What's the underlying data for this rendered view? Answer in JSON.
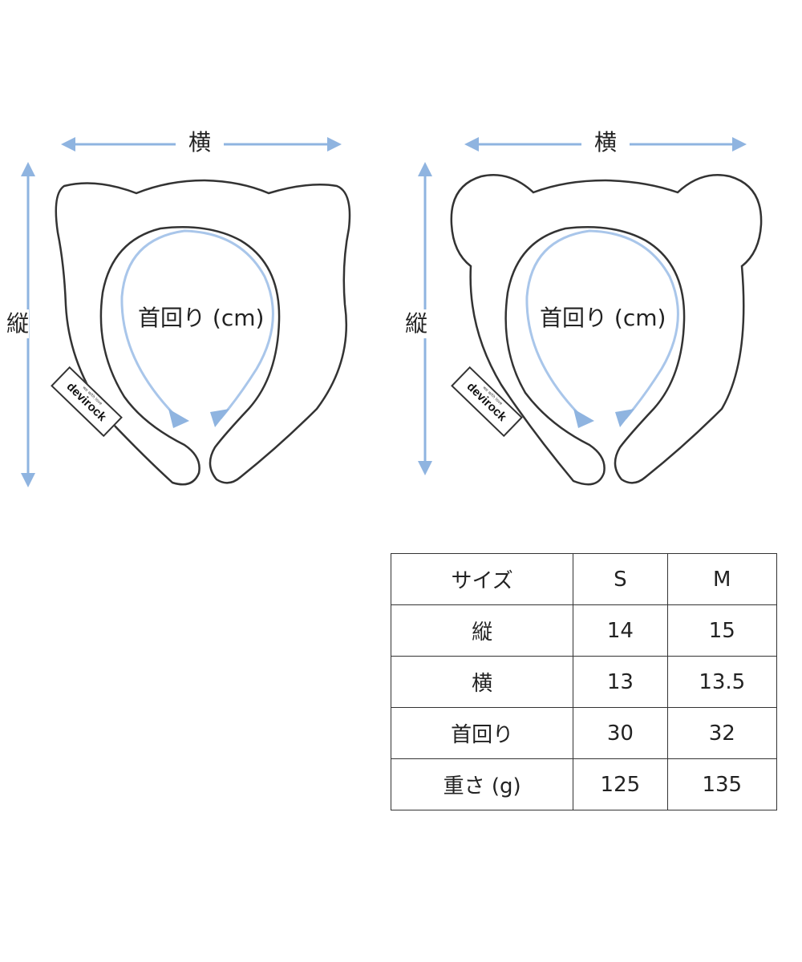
{
  "diagrams": [
    {
      "id": "cat",
      "width_label": "横",
      "height_label": "縦",
      "neck_label": "首回り (cm)",
      "tag_small_text": "we with love",
      "tag_brand": "devirock"
    },
    {
      "id": "bear",
      "width_label": "横",
      "height_label": "縦",
      "neck_label": "首回り (cm)",
      "tag_small_text": "we with love",
      "tag_brand": "devirock"
    }
  ],
  "colors": {
    "arrow": "#8fb4e0",
    "outline": "#333333",
    "inner_line": "#a9c6ea"
  },
  "icons": {
    "arrow": "double-headed-arrow-icon"
  },
  "size_table": {
    "header": [
      "サイズ",
      "S",
      "M"
    ],
    "rows": [
      [
        "縦",
        "14",
        "15"
      ],
      [
        "横",
        "13",
        "13.5"
      ],
      [
        "首回り",
        "30",
        "32"
      ],
      [
        "重さ (g)",
        "125",
        "135"
      ]
    ]
  }
}
